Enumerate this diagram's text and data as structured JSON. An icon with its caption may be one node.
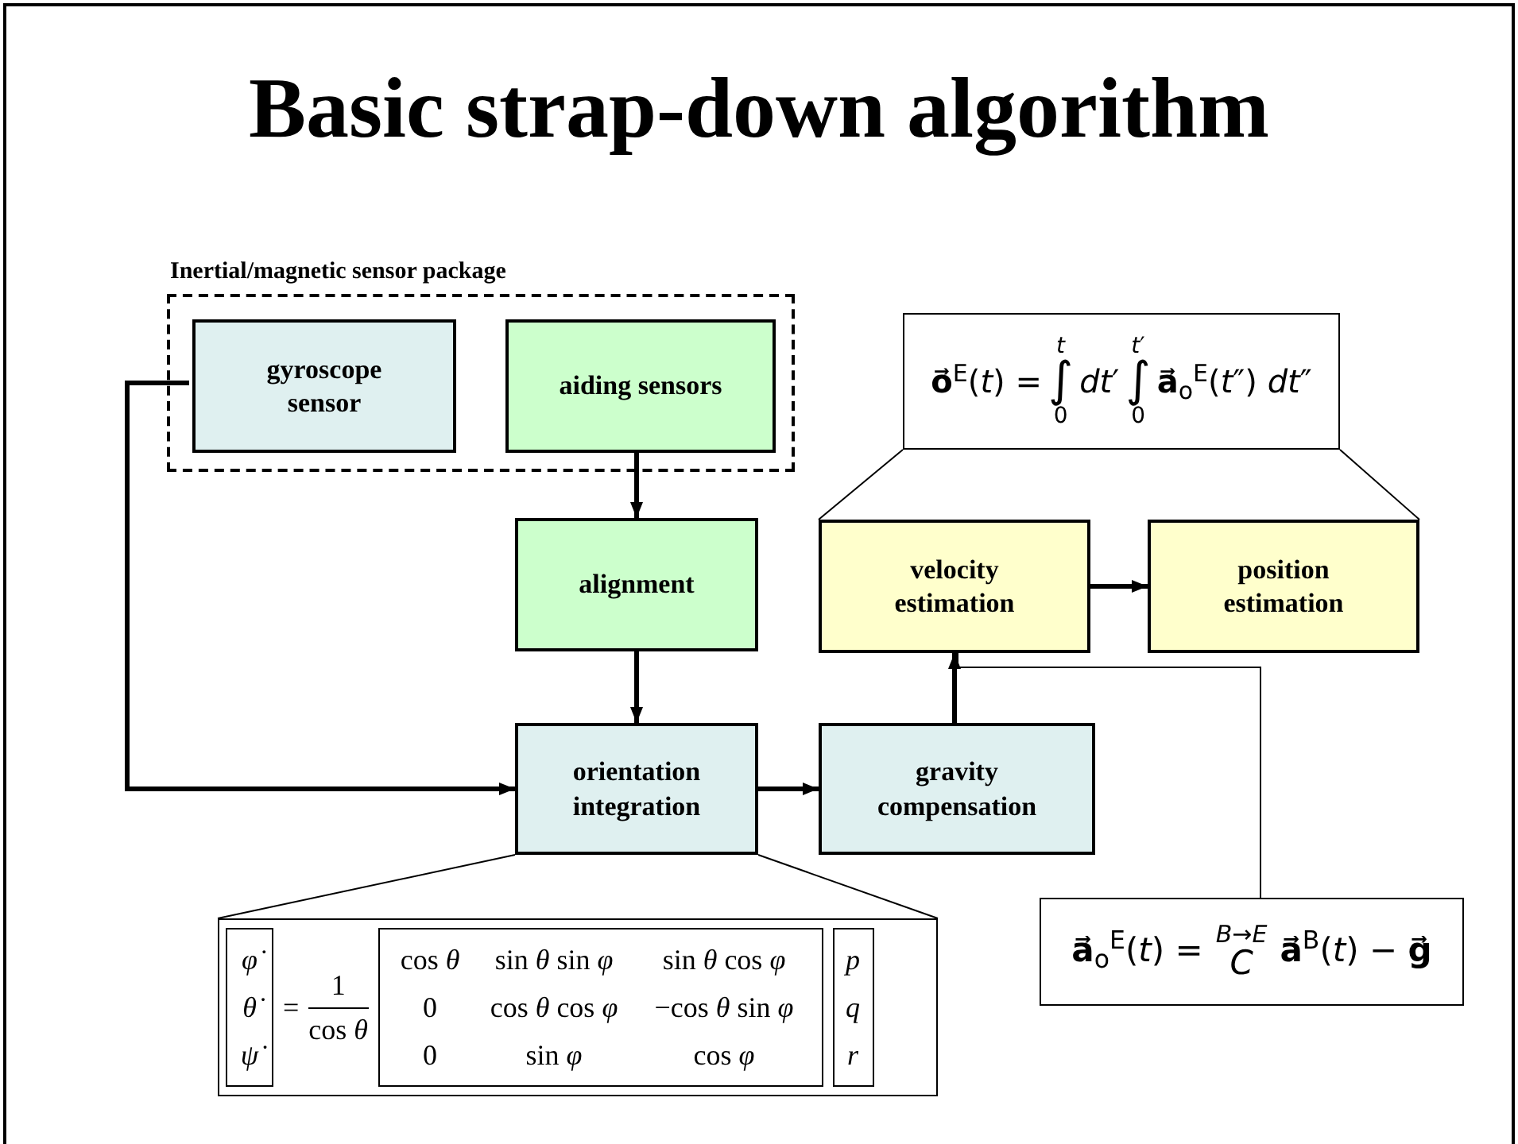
{
  "diagram": {
    "title": "Basic strap-down algorithm",
    "nodes": [
      {
        "text": [
          "Inertial/magnetic sensor package"
        ]
      },
      {
        "text": [
          "gyroscope sensor"
        ],
        "in": 0
      },
      {
        "text": [
          "aiding sensors"
        ],
        "in": 0
      },
      {
        "text": [
          "alignment"
        ]
      },
      {
        "text": [
          "orientation integration"
        ]
      },
      {
        "text": [
          "gravity compensation"
        ]
      },
      {
        "text": [
          "velocity estimation"
        ]
      },
      {
        "text": [
          "position estimation"
        ]
      },
      {
        "text": [
          "**o⃗**$^{E}$(*t*) =",
          "*t*",
          "∫",
          "0",
          "*dt*′",
          "*t*′",
          "∫",
          "0",
          "**a⃗**$_{o}$$^{E}$(*t*″) *dt*″"
        ]
      },
      {
        "text": [
          "φ̇",
          "θ̇",
          "ψ̇",
          "=",
          "1",
          "cos *θ*",
          "cos *θ*",
          "sin *θ* sin *φ*",
          "sin *θ* cos *φ*",
          "0",
          "cos *θ* cos *φ*",
          "−cos *θ* sin *φ*",
          "0",
          "sin *φ*",
          "cos *φ*",
          "p",
          "q",
          "r"
        ]
      },
      {
        "text": [
          "**a⃗**$_{o}$$^{E}$(*t*) =",
          "*B*→*E*",
          "C",
          "**a⃗**$^{B}$(*t*) − **g⃗**"
        ]
      }
    ],
    "edges": [
      {
        "from": 1,
        "to": 4,
        "arrow": "to"
      },
      {
        "from": 2,
        "to": 3,
        "arrow": "to"
      },
      {
        "from": 3,
        "to": 4,
        "arrow": "to"
      },
      {
        "from": 4,
        "to": 5,
        "arrow": "to"
      },
      {
        "from": 5,
        "to": 6,
        "arrow": "to"
      },
      {
        "from": 6,
        "to": 7,
        "arrow": "to"
      },
      {
        "from": 8,
        "to": 6,
        "arrow": "none"
      },
      {
        "from": 8,
        "to": 7,
        "arrow": "none"
      },
      {
        "from": 9,
        "to": 4,
        "arrow": "none"
      },
      {
        "from": 9,
        "to": 4,
        "arrow": "none"
      },
      {
        "from": 10,
        "to": 6,
        "arrow": "none"
      }
    ]
  }
}
